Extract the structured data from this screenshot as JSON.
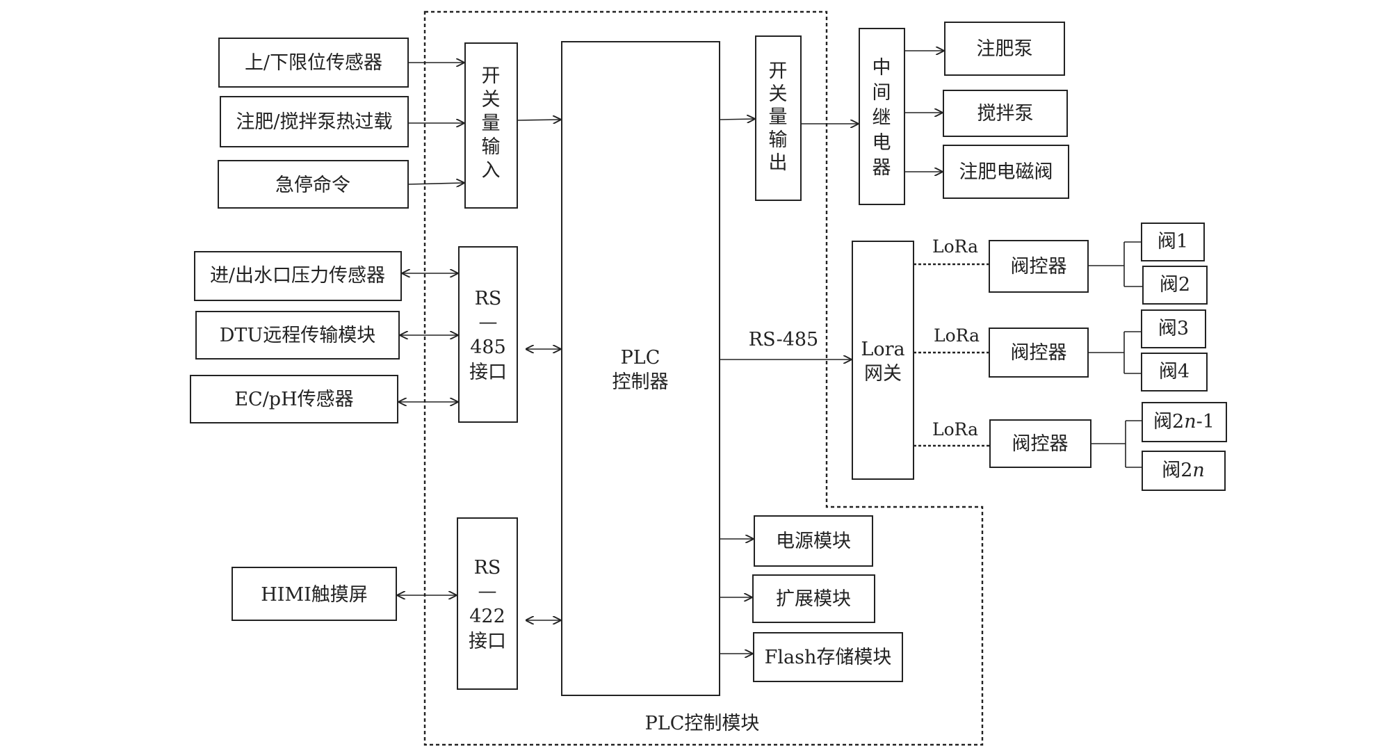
{
  "inputs_digital": [
    "上/下限位传感器",
    "注肥/搅拌泵热过载",
    "急停命令"
  ],
  "inputs_485": [
    "进/出水口压力传感器",
    "DTU远程传输模块",
    "EC/pH传感器"
  ],
  "input_422": "HIMI触摸屏",
  "di_module": [
    "开",
    "关",
    "量",
    "输",
    "入"
  ],
  "rs485_if": [
    "RS",
    "—",
    "485",
    "接口"
  ],
  "rs422_if": [
    "RS",
    "—",
    "422",
    "接口"
  ],
  "plc": [
    "PLC",
    "控制器"
  ],
  "do_module": [
    "开",
    "关",
    "量",
    "输",
    "出"
  ],
  "relay": [
    "中",
    "间",
    "继",
    "电",
    "器"
  ],
  "outputs": [
    "注肥泵",
    "搅拌泵",
    "注肥电磁阀"
  ],
  "rs485_link": "RS-485",
  "gateway": [
    "Lora",
    "网关"
  ],
  "lora_label": "LoRa",
  "valve_controller": "阀控器",
  "valves": [
    {
      "prefix": "阀",
      "num": "1",
      "italic": "",
      "suffix": ""
    },
    {
      "prefix": "阀",
      "num": "2",
      "italic": "",
      "suffix": ""
    },
    {
      "prefix": "阀",
      "num": "3",
      "italic": "",
      "suffix": ""
    },
    {
      "prefix": "阀",
      "num": "4",
      "italic": "",
      "suffix": ""
    },
    {
      "prefix": "阀",
      "num": "2",
      "italic": "n",
      "suffix": "-1"
    },
    {
      "prefix": "阀",
      "num": "2",
      "italic": "n",
      "suffix": ""
    }
  ],
  "modules": [
    "电源模块",
    "扩展模块",
    "Flash存储模块"
  ],
  "plc_module_label": "PLC控制模块"
}
